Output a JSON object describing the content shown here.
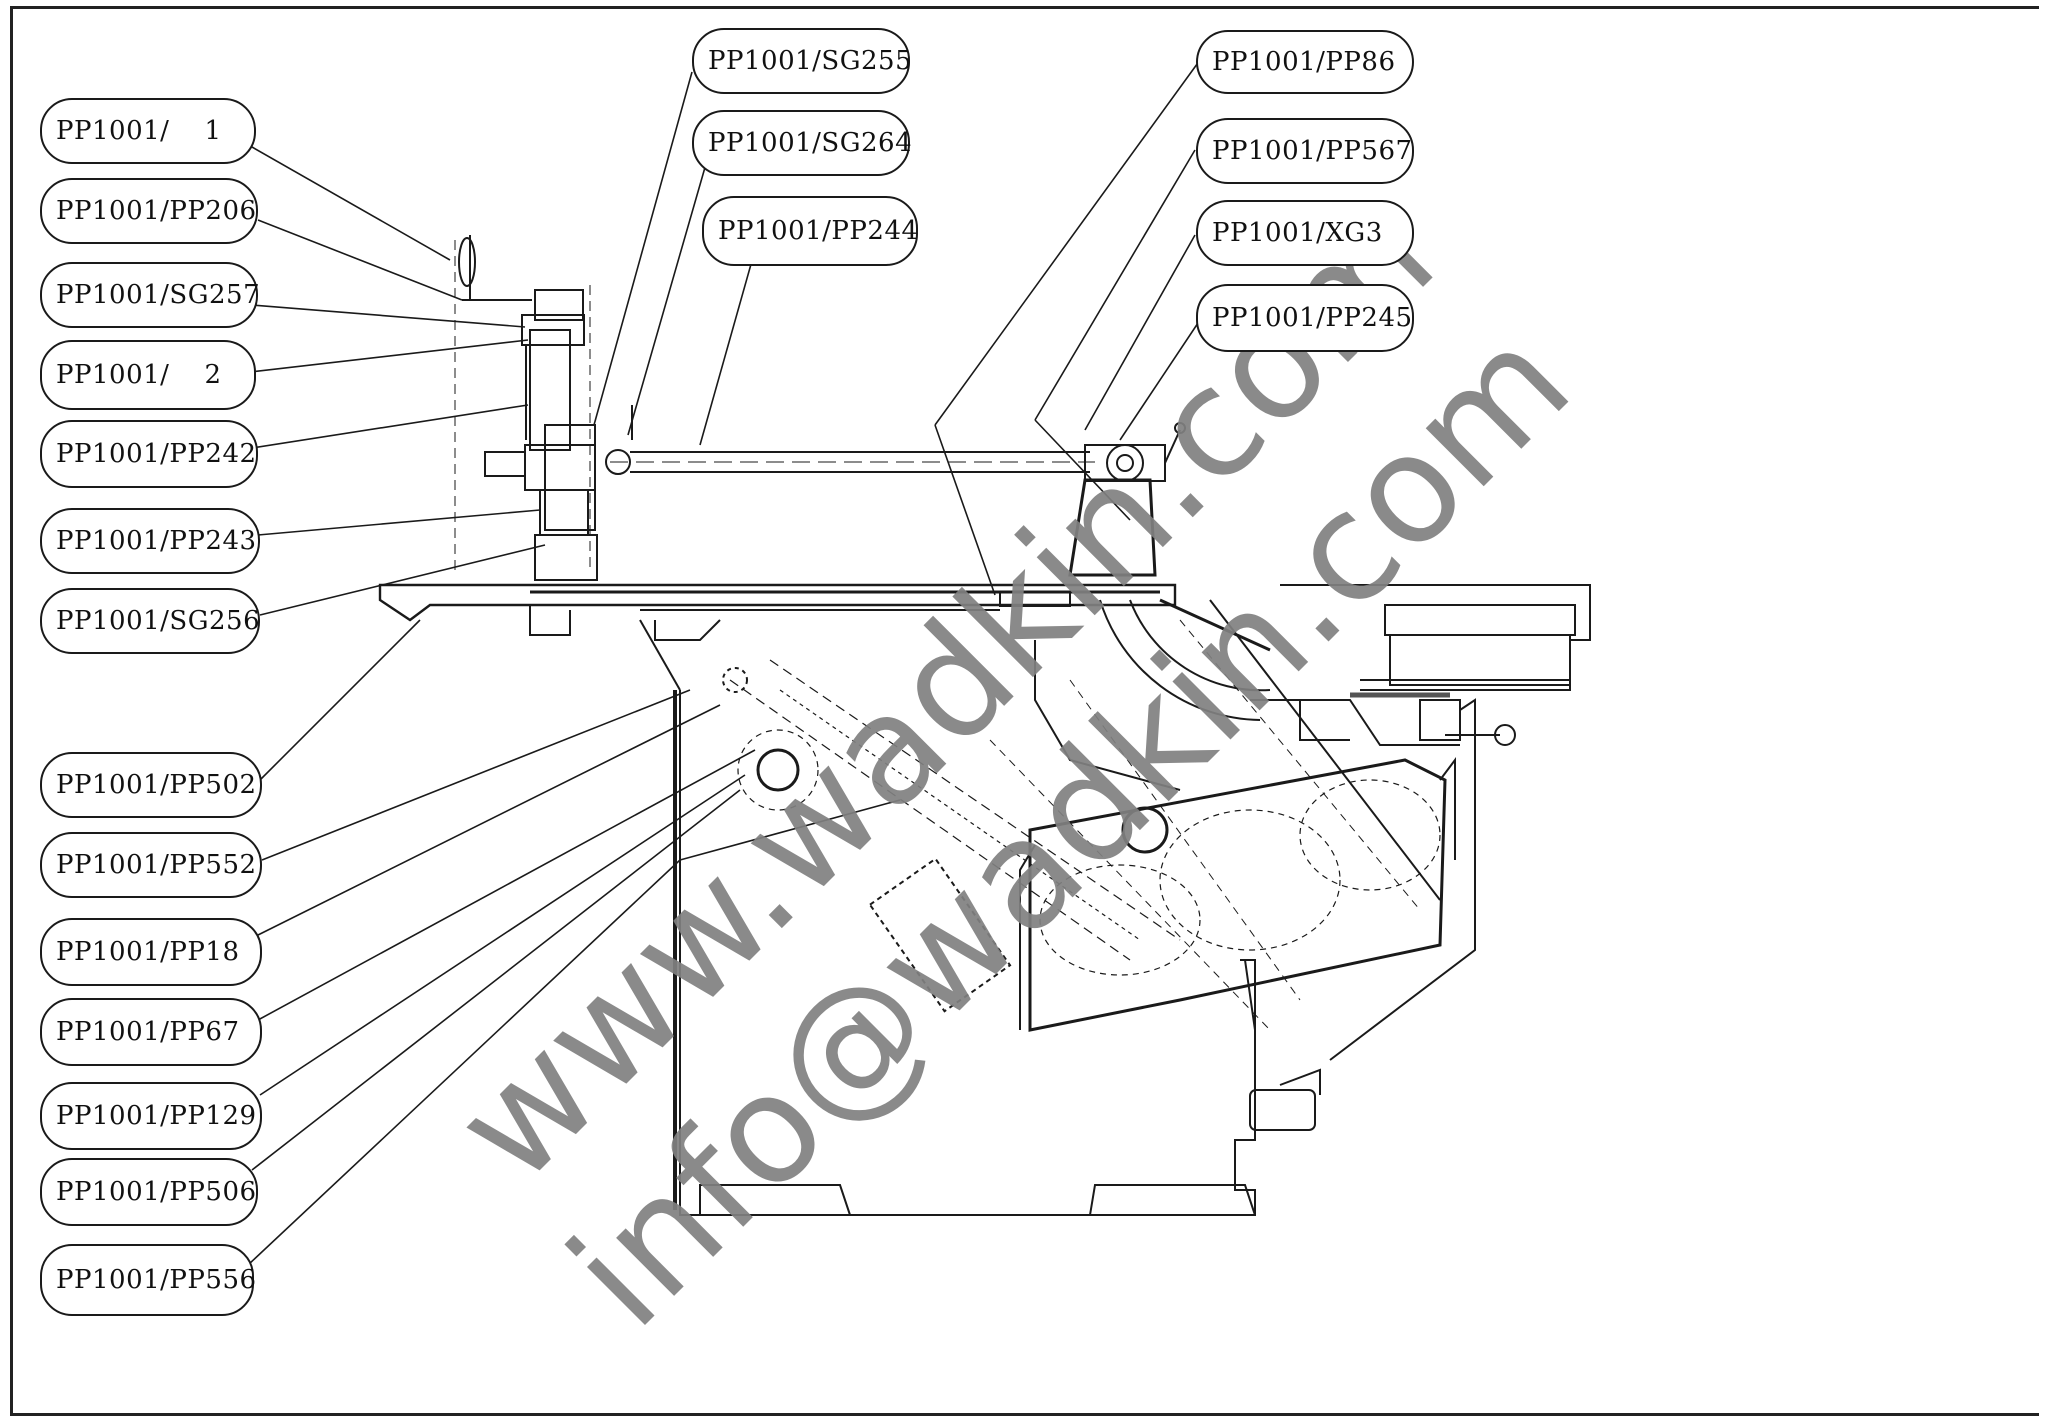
{
  "callouts_left": [
    {
      "id": "l1",
      "text": "PP1001/    1"
    },
    {
      "id": "l2",
      "text": "PP1001/PP206"
    },
    {
      "id": "l3",
      "text": "PP1001/SG257"
    },
    {
      "id": "l4",
      "text": "PP1001/    2"
    },
    {
      "id": "l5",
      "text": "PP1001/PP242"
    },
    {
      "id": "l6",
      "text": "PP1001/PP243"
    },
    {
      "id": "l7",
      "text": "PP1001/SG256"
    },
    {
      "id": "l8",
      "text": "PP1001/PP502"
    },
    {
      "id": "l9",
      "text": "PP1001/PP552"
    },
    {
      "id": "l10",
      "text": "PP1001/PP18"
    },
    {
      "id": "l11",
      "text": "PP1001/PP67"
    },
    {
      "id": "l12",
      "text": "PP1001/PP129"
    },
    {
      "id": "l13",
      "text": "PP1001/PP506"
    },
    {
      "id": "l14",
      "text": "PP1001/PP556"
    }
  ],
  "callouts_top": [
    {
      "id": "t1",
      "text": "PP1001/SG255"
    },
    {
      "id": "t2",
      "text": "PP1001/SG264"
    },
    {
      "id": "t3",
      "text": "PP1001/PP244"
    }
  ],
  "callouts_right": [
    {
      "id": "r1",
      "text": "PP1001/PP86"
    },
    {
      "id": "r2",
      "text": "PP1001/PP567"
    },
    {
      "id": "r3",
      "text": "PP1001/XG3"
    },
    {
      "id": "r4",
      "text": "PP1001/PP245"
    }
  ],
  "watermark": {
    "line1": "www.wadkin.com",
    "line2": "info@wadkin.com"
  }
}
